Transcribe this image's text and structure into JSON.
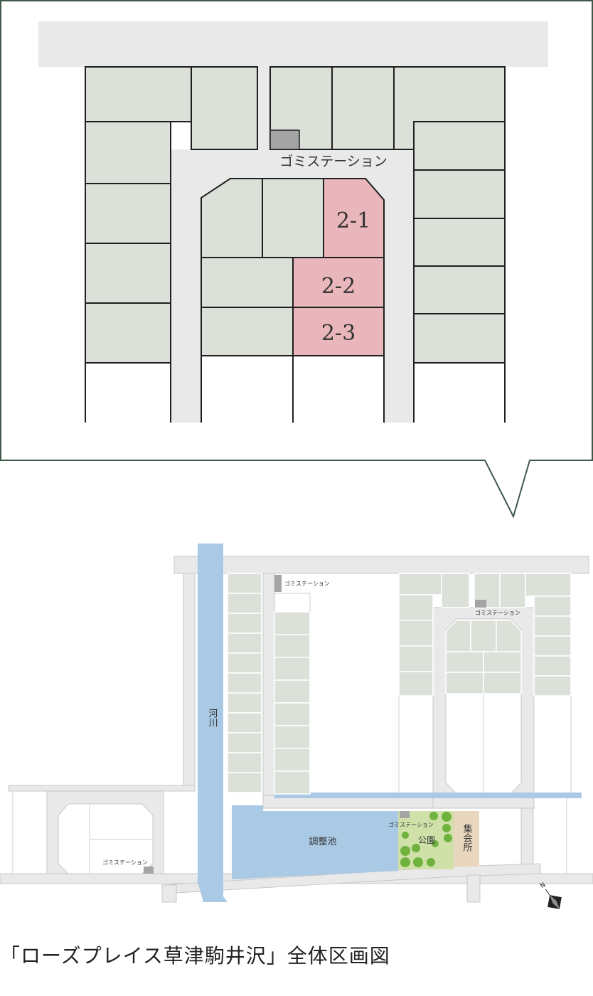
{
  "detail": {
    "garbage_station_label": "ゴミステーション",
    "lots": [
      "2-1",
      "2-2",
      "2-3"
    ]
  },
  "overview": {
    "river_label": "河川",
    "pond_label": "調整池",
    "park_label": "公園",
    "hall_label": "集会所",
    "garbage_station_label": "ゴミステーション",
    "compass_label": "N"
  },
  "caption": "「ローズプレイス草津駒井沢」全体区画図",
  "colors": {
    "lot_fill": "#dbe0d8",
    "highlight_fill": "#e9b6bb",
    "road_fill": "#e9e9e9",
    "frame_stroke": "#3f5a48",
    "river_fill": "#a9c9e4",
    "park_fill": "#cfe0a8",
    "tree_fill": "#6fb23e",
    "hall_fill": "#e9d7bd",
    "station_fill": "#a4a4a4"
  }
}
